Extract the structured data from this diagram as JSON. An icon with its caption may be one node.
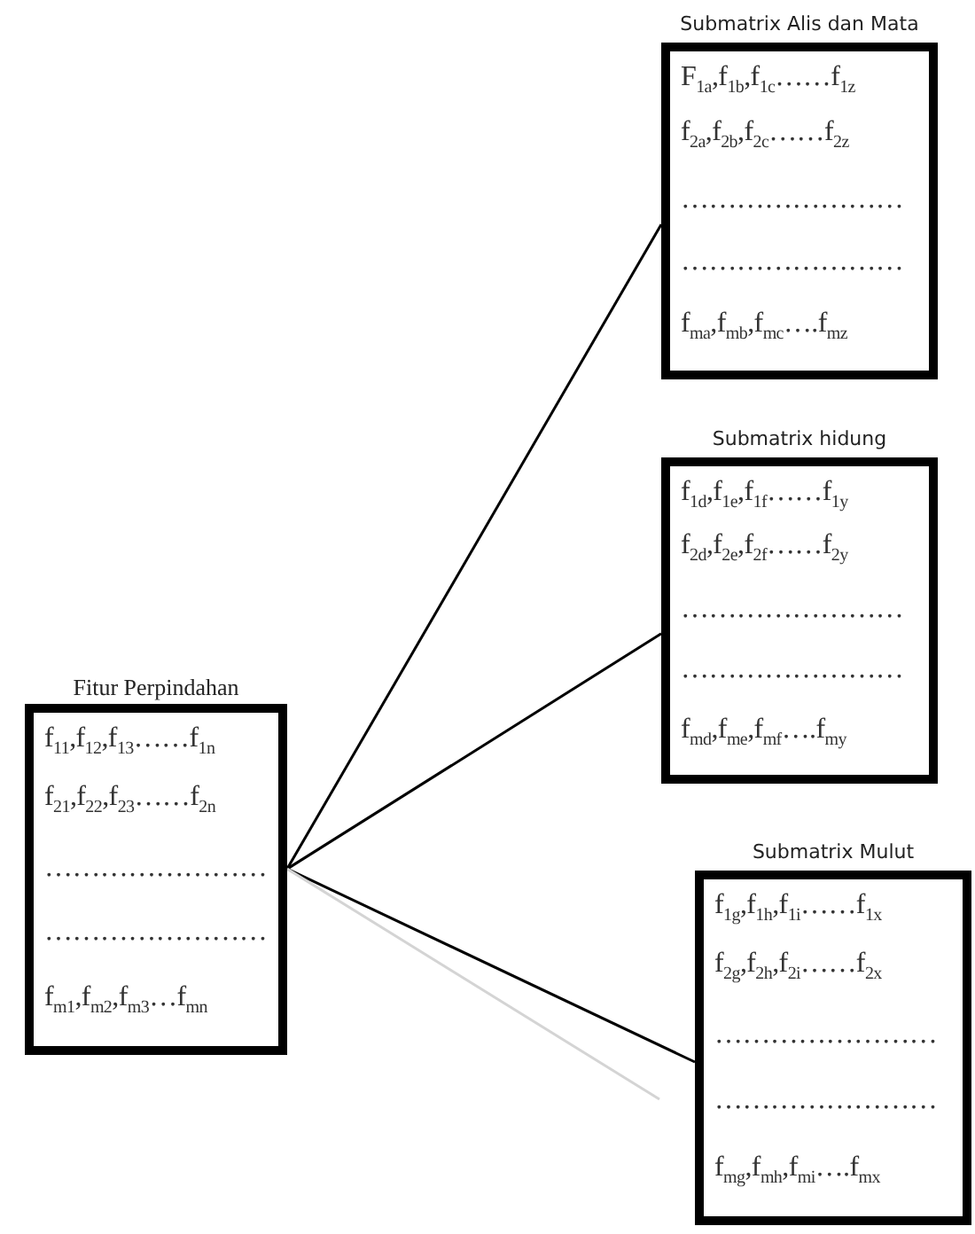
{
  "diagram": {
    "nodes": [
      {
        "text": [
          "Fitur Perpindahan",
          "f$_{11}$,f$_{12}$,f$_{13}$……f$_{1n}$",
          "f$_{21}$,f$_{22}$,f$_{23}$……f$_{2n}$",
          "……………………",
          "……………………",
          "f$_{m1}$,f$_{m2}$,f$_{m3}$…f$_{mn}$"
        ]
      },
      {
        "text": [
          "Submatrix Alis dan Mata",
          "F$_{1a}$,f$_{1b}$,f$_{1c}$……f$_{1z}$",
          "f$_{2a}$,f$_{2b}$,f$_{2c}$……f$_{2z}$",
          "……………………",
          "……………………",
          "f$_{ma}$,f$_{mb}$,f$_{mc}$….f$_{mz}$"
        ]
      },
      {
        "text": [
          "Submatrix hidung",
          "f$_{1d}$,f$_{1e}$,f$_{1f}$……f$_{1y}$",
          "f$_{2d}$,f$_{2e}$,f$_{2f}$……f$_{2y}$",
          "……………………",
          "……………………",
          "f$_{md}$,f$_{me}$,f$_{mf}$….f$_{my}$"
        ]
      },
      {
        "text": [
          "Submatrix Mulut",
          "f$_{1g}$,f$_{1h}$,f$_{1i}$……f$_{1x}$",
          "f$_{2g}$,f$_{2h}$,f$_{2i}$……f$_{2x}$",
          "……………………",
          "……………………",
          "f$_{mg}$,f$_{mh}$,f$_{mi}$….f$_{mx}$"
        ]
      }
    ],
    "edges": [
      {
        "from": 0,
        "to": 1,
        "arrow": "none"
      },
      {
        "from": 0,
        "to": 2,
        "arrow": "none"
      },
      {
        "from": 0,
        "to": 3,
        "arrow": "none"
      },
      {
        "from": 0,
        "to": null,
        "arrow": "none",
        "color": "#d4d4d4"
      }
    ]
  }
}
